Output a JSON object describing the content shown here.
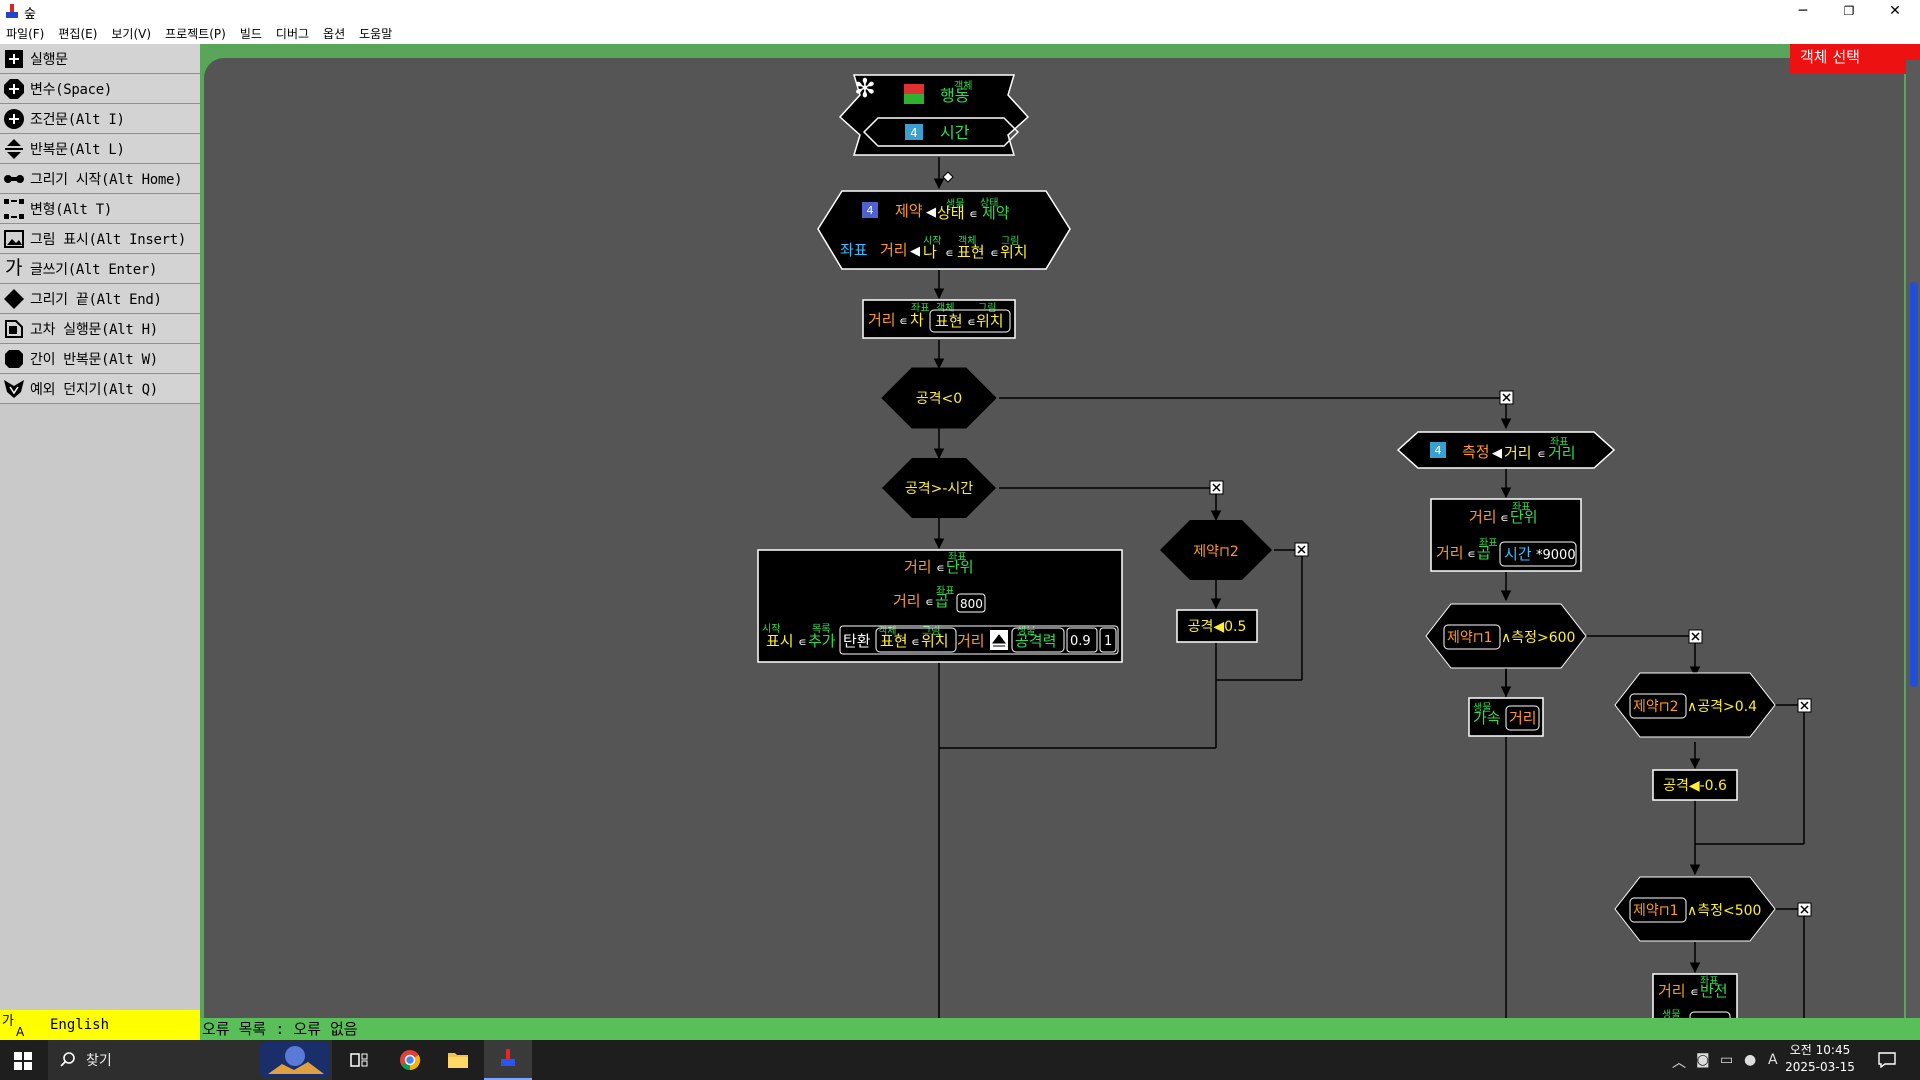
{
  "window": {
    "title": "숲",
    "minimize": "─",
    "restore": "❐",
    "close": "✕"
  },
  "menu": [
    "파일(F)",
    "편집(E)",
    "보기(V)",
    "프로젝트(P)",
    "빌드",
    "디버그",
    "옵션",
    "도움말"
  ],
  "tools": [
    {
      "label": "실행문",
      "icon": "plus-square-icon"
    },
    {
      "label": "변수(Space)",
      "icon": "plus-circle-icon"
    },
    {
      "label": "조건문(Alt I)",
      "icon": "plus-diamond-icon"
    },
    {
      "label": "반복문(Alt L)",
      "icon": "loop-arrows-icon"
    },
    {
      "label": "그리기 시작(Alt Home)",
      "icon": "draw-start-icon"
    },
    {
      "label": "변형(Alt T)",
      "icon": "transform-icon"
    },
    {
      "label": "그림 표시(Alt Insert)",
      "icon": "picture-icon"
    },
    {
      "label": "글쓰기(Alt Enter)",
      "icon": "text-ga-icon"
    },
    {
      "label": "그리기 끝(Alt End)",
      "icon": "draw-end-icon"
    },
    {
      "label": "고차 실행문(Alt H)",
      "icon": "higher-order-icon"
    },
    {
      "label": "간이 반복문(Alt W)",
      "icon": "simple-loop-icon"
    },
    {
      "label": "예외 던지기(Alt Q)",
      "icon": "throw-icon"
    }
  ],
  "lang": {
    "ga": "가",
    "a": "A",
    "name": "English"
  },
  "object_select": "객체 선택",
  "status": "오류 목록 : 오류 없음",
  "taskbar": {
    "search": "찾기",
    "time": "오전 10:45",
    "date": "2025-03-15",
    "ime": "A"
  },
  "flow": {
    "header": {
      "small": "객체",
      "main": "행동",
      "param": "시간"
    },
    "n1": {
      "s1": "생물",
      "s2": "상태",
      "l1a": "제약",
      "l1b": "상태",
      "l1c": "제약",
      "s3": "시작",
      "s4": "객체",
      "s5": "그림",
      "l2a": "좌표",
      "l2b": "거리",
      "l2c": "나",
      "l2d": "표현",
      "l2e": "위치"
    },
    "n2": {
      "s1": "좌표",
      "s2": "객체",
      "s3": "그림",
      "a": "거리",
      "b": "차",
      "c": "표현",
      "d": "위치"
    },
    "c1": "공격<0",
    "c2": "공격>-시간",
    "c3": "제약⊓2",
    "n3": {
      "s1": "좌표",
      "s2": "좌표",
      "s3": "시작",
      "s4": "목록",
      "s5": "객체",
      "s6": "그림",
      "s7": "생물",
      "l1a": "거리",
      "l1b": "단위",
      "l2a": "거리",
      "l2b": "곱",
      "l2c": "800",
      "l3a": "표시",
      "l3b": "추가",
      "l3c": "탄환",
      "l3d": "표현",
      "l3e": "위치",
      "l3f": "거리",
      "l3g": "공격력",
      "l3h": "0.9",
      "l3i": "1"
    },
    "n4": "공격◀0.5",
    "n5": {
      "s1": "좌표",
      "a": "측정",
      "b": "거리",
      "c": "거리"
    },
    "n6": {
      "s1": "좌표",
      "s2": "좌표",
      "l1a": "거리",
      "l1b": "단위",
      "l2a": "거리",
      "l2b": "곱",
      "l2c": "시간",
      "l2d": "*9000"
    },
    "c4": {
      "a": "제약⊓1",
      "b": "∧측정>600"
    },
    "n7": {
      "s1": "생물",
      "a": "가속",
      "b": "거리"
    },
    "c5": {
      "a": "제약⊓2",
      "b": "∧공격>0.4"
    },
    "n8": "공격◀-0.6",
    "c6": {
      "a": "제약⊓1",
      "b": "∧측정<500"
    },
    "n9": {
      "s1": "좌표",
      "s2": "생물",
      "a": "거리",
      "b": "반전"
    }
  }
}
